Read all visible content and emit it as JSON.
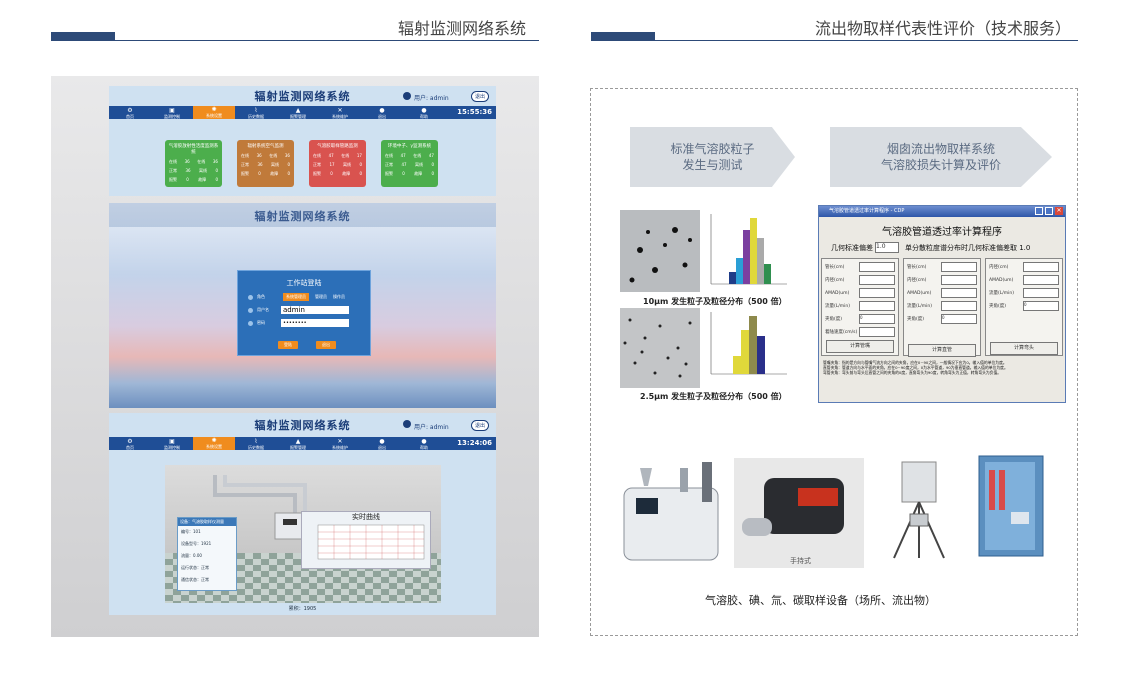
{
  "left_section": {
    "title": "辐射监测网络系统"
  },
  "right_section": {
    "title": "流出物取样代表性评价（技术服务）"
  },
  "app": {
    "title": "辐射监测网络系统",
    "user_label": "用户: admin",
    "exit_label": "退出",
    "nav_items": [
      "首页",
      "监测控制",
      "系统设置",
      "历史数据",
      "报警管理",
      "系统维护",
      "退出",
      "帮助"
    ],
    "clock_top": "15:55:36",
    "clock_bottom": "13:24:06"
  },
  "dashboard_cards": [
    {
      "title": "气溶胶放射性活度监测系统",
      "color": "#4cae4c",
      "rows": [
        [
          "在线",
          "36",
          "在线",
          "36"
        ],
        [
          "正常",
          "36",
          "离线",
          "0"
        ],
        [
          "报警",
          "0",
          "故障",
          "0"
        ]
      ]
    },
    {
      "title": "辐射系统空气监测",
      "color": "#c07a3a",
      "rows": [
        [
          "在线",
          "36",
          "在线",
          "36"
        ],
        [
          "正常",
          "36",
          "离线",
          "0"
        ],
        [
          "报警",
          "0",
          "故障",
          "0"
        ]
      ]
    },
    {
      "title": "气溶胶取样管路监测",
      "color": "#d9534f",
      "rows": [
        [
          "在线",
          "47",
          "在线",
          "17"
        ],
        [
          "正常",
          "17",
          "离线",
          "0"
        ],
        [
          "报警",
          "0",
          "故障",
          "0"
        ]
      ]
    },
    {
      "title": "环境中子、γ监测系统",
      "color": "#4cae4c",
      "rows": [
        [
          "在线",
          "47",
          "在线",
          "47"
        ],
        [
          "正常",
          "47",
          "离线",
          "0"
        ],
        [
          "报警",
          "0",
          "故障",
          "0"
        ]
      ]
    }
  ],
  "login": {
    "title": "工作站登陆",
    "role_label": "角色",
    "roles": [
      "系统管理员",
      "管理员",
      "操作员"
    ],
    "username_label": "用户名",
    "username_value": "admin",
    "password_label": "密码",
    "password_value": "••••••••",
    "login_button": "登陆",
    "back_button": "退出"
  },
  "monitor": {
    "panel_title": "设备：气溶胶取样仪测量",
    "rows": [
      "编号：101",
      "设备型号：1921",
      "流量：0.00",
      "运行状态：正常",
      "通信状态：正常"
    ],
    "curve_title": "实时曲线",
    "footer": "累积：1905"
  },
  "arrows": [
    {
      "line1": "标准气溶胶粒子",
      "line2": "发生与测试"
    },
    {
      "line1": "烟囱流出物取样系统",
      "line2": "气溶胶损失计算及评价"
    }
  ],
  "particle_captions": [
    "10μm  发生粒子及粒径分布（500 倍）",
    "2.5μm  发生粒子及粒径分布（500 倍）"
  ],
  "calc_window": {
    "titlebar": "气溶胶管道透过率计算程序 - CDP",
    "heading": "气溶胶管道透过率计算程序",
    "gsd_label": "几何标准偏差",
    "gsd_value": "1.0",
    "note": "单分散粒度谱分布时几何标准偏差取 1.0",
    "col1_fields": [
      "管长(cm)",
      "内径(cm)",
      "AMAD(um)",
      "流量(L/min)",
      "夹角(度)",
      "着陆速度(cm/s)"
    ],
    "col1_angle": "0",
    "col2_fields": [
      "管长(cm)",
      "内径(cm)",
      "AMAD(um)",
      "流量(L/min)",
      "夹角(度)"
    ],
    "col2_angle": "0",
    "col3_fields": [
      "内径(cm)",
      "AMAD(um)",
      "流量(L/min)",
      "夹角(度)"
    ],
    "col3_angle": "0",
    "buttons": [
      "计算管嘴",
      "计算直管",
      "计算弯头"
    ],
    "notes": [
      "管嘴夹角：指的是方向与管嘴气流方向之间的夹角，应在0~90之间，一般情况下应为0。输入值的单位为度。",
      "直管夹角：管道方向与水平面的夹角，应在0~90度之间，0为水平管道，90为垂直管道。输入值的单位为度。",
      "弯管夹角：弯头前与弯头后直管之间的夹角的0度，直角弯头为90度，转角弯头为正值，转角弯头为负值。"
    ]
  },
  "equipment": {
    "handheld_label": "手持式",
    "caption": "气溶胶、碘、氚、碳取样设备（场所、流出物）"
  }
}
